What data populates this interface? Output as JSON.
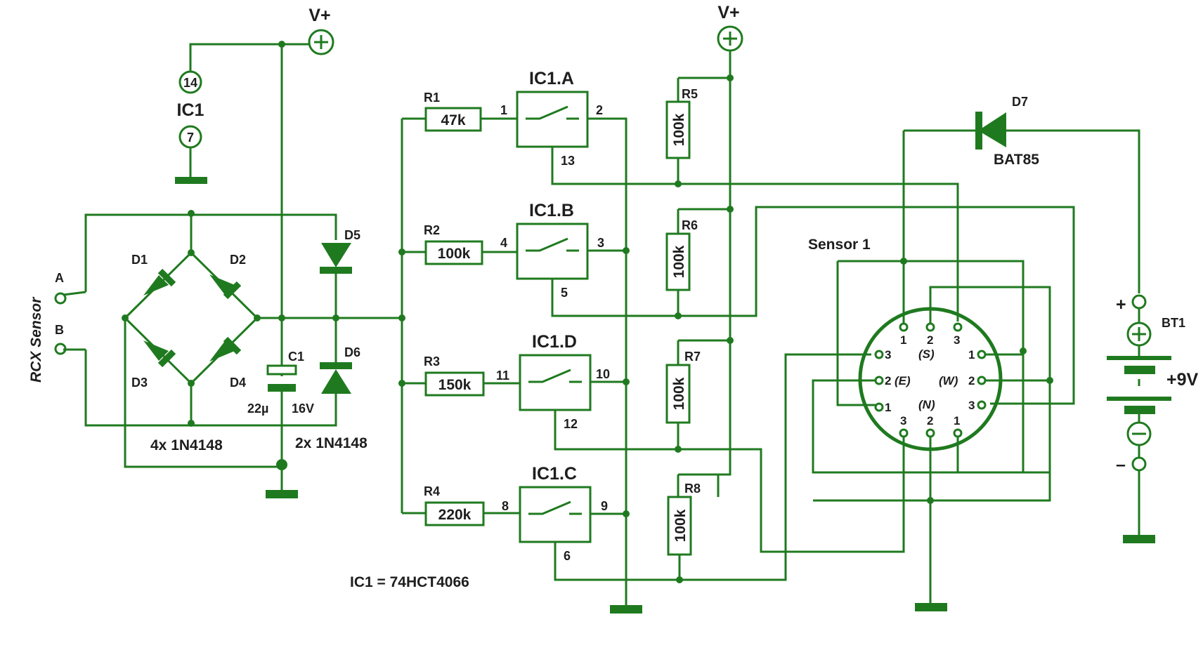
{
  "labels": {
    "vplus_left": "V+",
    "vplus_right": "V+",
    "pin14": "14",
    "ic1_power": "IC1",
    "pin7": "7",
    "rcx_sensor": "RCX  Sensor",
    "terminal_a": "A",
    "terminal_b": "B",
    "d1": "D1",
    "d2": "D2",
    "d3": "D3",
    "d4": "D4",
    "d5": "D5",
    "d6": "D6",
    "c1": "C1",
    "c1_cap": "22µ",
    "c1_volt": "16V",
    "bridge_diodes": "4x 1N4148",
    "pair_diodes": "2x 1N4148",
    "r1": "R1",
    "r1_val": "47k",
    "r2": "R2",
    "r2_val": "100k",
    "r3": "R3",
    "r3_val": "150k",
    "r4": "R4",
    "r4_val": "220k",
    "r5": "R5",
    "r5_val": "100k",
    "r6": "R6",
    "r6_val": "100k",
    "r7": "R7",
    "r7_val": "100k",
    "r8": "R8",
    "r8_val": "100k",
    "ic1a": "IC1.A",
    "ic1b": "IC1.B",
    "ic1d": "IC1.D",
    "ic1c": "IC1.C",
    "ic1a_in": "1",
    "ic1a_out": "2",
    "ic1a_ctl": "13",
    "ic1b_in": "4",
    "ic1b_out": "3",
    "ic1b_ctl": "5",
    "ic1d_in": "11",
    "ic1d_out": "10",
    "ic1d_ctl": "12",
    "ic1c_in": "8",
    "ic1c_out": "9",
    "ic1c_ctl": "6",
    "ic1_type": "IC1 = 74HCT4066",
    "d7": "D7",
    "d7_type": "BAT85",
    "sensor1": "Sensor 1",
    "s_top1": "1",
    "s_top2": "2",
    "s_top3": "3",
    "s_left3": "3",
    "s_left2": "2",
    "s_left1": "1",
    "s_right1": "1",
    "s_right2": "2",
    "s_right3": "3",
    "s_bot3": "3",
    "s_bot2": "2",
    "s_bot1": "1",
    "dir_s": "(S)",
    "dir_e": "(E)",
    "dir_w": "(W)",
    "dir_n": "(N)",
    "bt_plus": "+",
    "bt1": "BT1",
    "bt_volt": "+9V",
    "bt_minus": "–"
  },
  "colors": {
    "wire": "#1f7a1f",
    "text": "#1e1e1e",
    "background": "#ffffff"
  }
}
